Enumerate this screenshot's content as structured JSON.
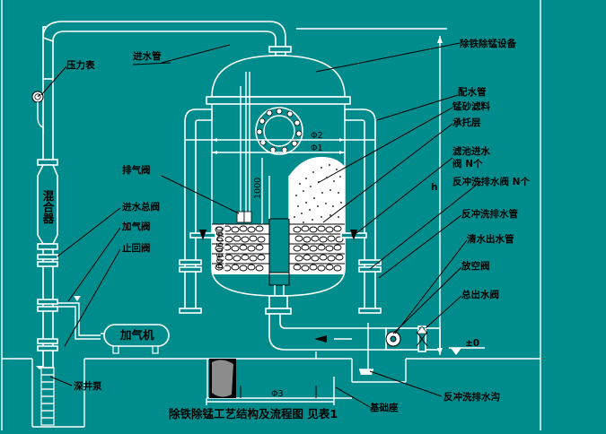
{
  "colors": {
    "background": "#008c8c",
    "lines": "#ffffff",
    "labels": "#000000",
    "media_fill": "#ffffff"
  },
  "labels": {
    "inlet_pipe": "进水管",
    "equipment": "除铁除锰设备",
    "pressure_gauge": "压力表",
    "distribution_pipe": "配水管",
    "manganese_sand": "锰砂滤料",
    "support_layer": "承托层",
    "mixer": "混合器",
    "exhaust_valve": "排气阀",
    "filter_inlet_valve_line1": "滤池进水",
    "filter_inlet_valve_line2": "阀 N个",
    "backwash_drain_valve": "反冲洗排水阀 N个",
    "main_inlet_valve": "进水总阀",
    "backwash_drain_pipe": "反冲洗排水管",
    "aeration_valve": "加气阀",
    "check_valve": "止回阀",
    "clear_water_outlet": "清水出水管",
    "air_compressor": "加气机",
    "vent_valve": "放空阀",
    "main_outlet_valve": "总出水阀",
    "deep_well_pump": "深井泵",
    "foundation": "基础座",
    "backwash_trench": "反冲洗排水沟",
    "title": "除铁除锰工艺结构及流程图  见表1"
  },
  "dimensions": {
    "phi1": "Φ1",
    "phi2": "Φ2",
    "phi3": "Φ3",
    "height": "1000",
    "h": "h",
    "ground_level": "±0",
    "layer1": "60",
    "layer2": "60",
    "layer3": "60",
    "layer4": "60"
  }
}
